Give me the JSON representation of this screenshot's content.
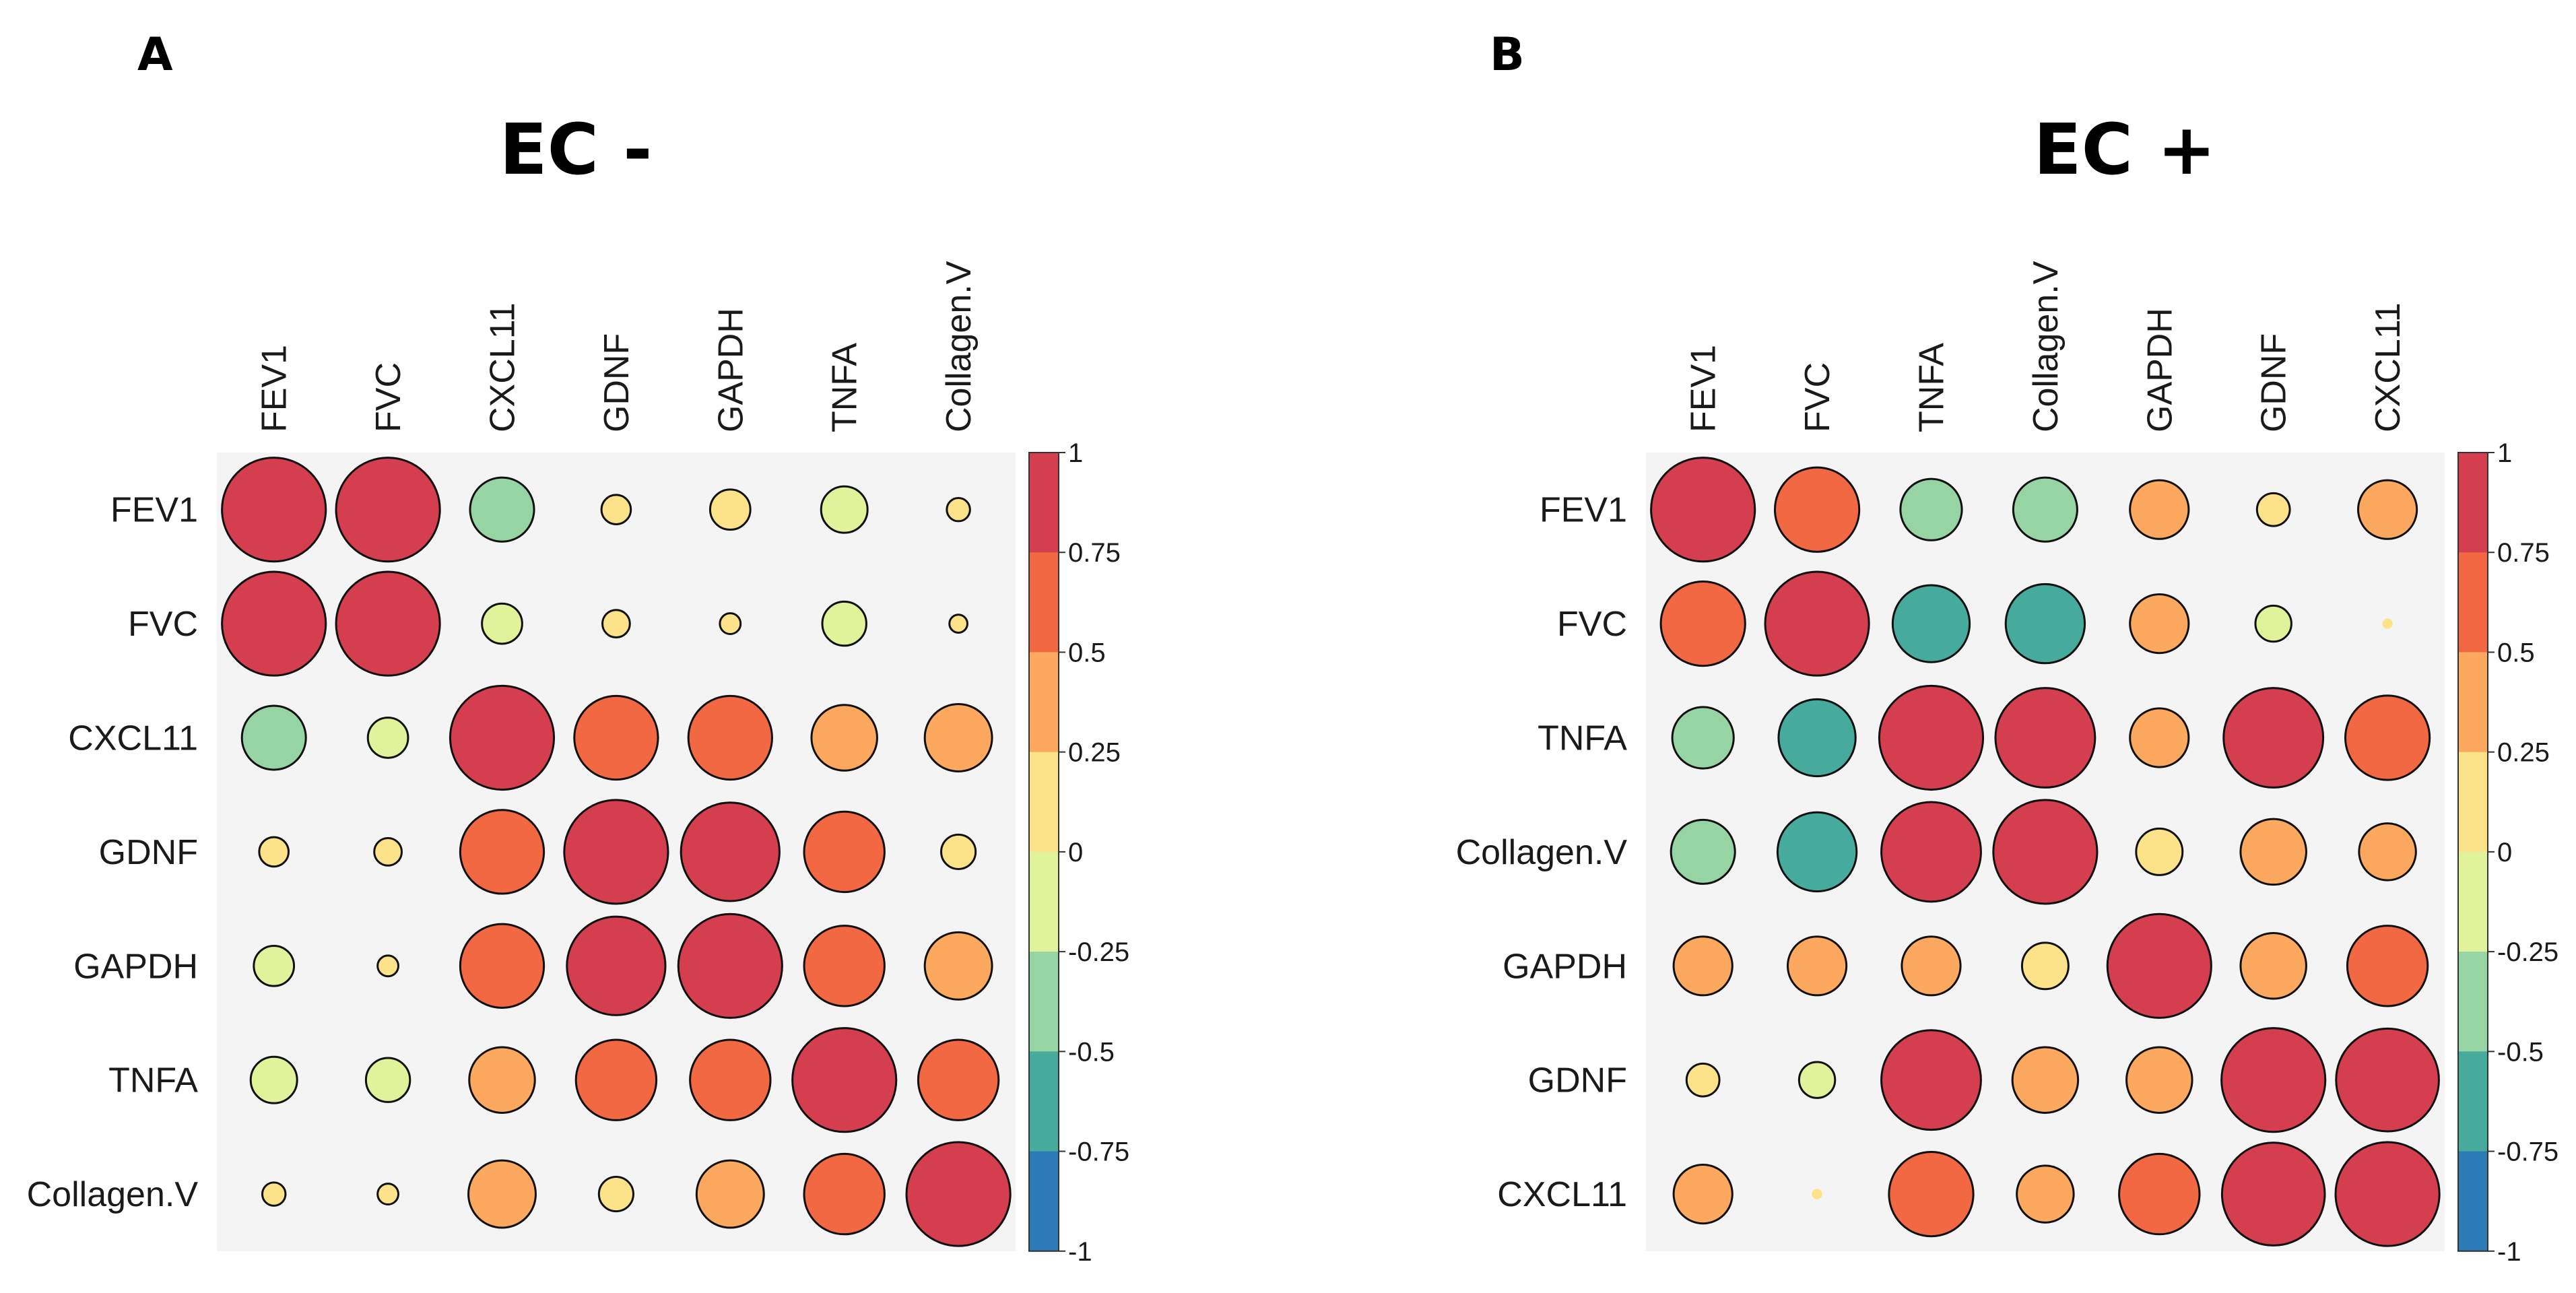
{
  "chart_data": [
    {
      "type": "heatmap",
      "subtype": "correlation-circle-matrix",
      "panel_label": "A",
      "title": "EC -",
      "rows": [
        "FEV1",
        "FVC",
        "CXCL11",
        "GDNF",
        "GAPDH",
        "TNFA",
        "Collagen.V"
      ],
      "columns": [
        "FEV1",
        "FVC",
        "CXCL11",
        "GDNF",
        "GAPDH",
        "TNFA",
        "Collagen.V"
      ],
      "matrix": [
        [
          1.0,
          1.0,
          -0.38,
          0.08,
          0.15,
          -0.2,
          0.05
        ],
        [
          1.0,
          1.0,
          -0.15,
          0.07,
          0.04,
          -0.18,
          0.03
        ],
        [
          -0.38,
          -0.15,
          1.0,
          0.65,
          0.65,
          0.4,
          0.42
        ],
        [
          0.08,
          0.07,
          0.65,
          1.0,
          0.9,
          0.6,
          0.11
        ],
        [
          -0.15,
          0.04,
          0.65,
          0.9,
          1.0,
          0.6,
          0.42
        ],
        [
          -0.2,
          -0.18,
          0.4,
          0.6,
          0.6,
          1.0,
          0.6
        ],
        [
          0.05,
          0.04,
          0.42,
          0.11,
          0.42,
          0.6,
          1.0
        ]
      ],
      "color_scale": {
        "ticks": [
          "1",
          "0.75",
          "0.5",
          "0.25",
          "0",
          "-0.25",
          "-0.5",
          "-0.75",
          "-1"
        ],
        "range": [
          -1,
          1
        ],
        "colors": [
          "#2c7bb6",
          "#46aa9c",
          "#97d4a4",
          "#e1f39a",
          "#fce38a",
          "#fca95f",
          "#f26842",
          "#d53e4f"
        ]
      }
    },
    {
      "type": "heatmap",
      "subtype": "correlation-circle-matrix",
      "panel_label": "B",
      "title": "EC +",
      "rows": [
        "FEV1",
        "FVC",
        "TNFA",
        "Collagen.V",
        "GAPDH",
        "GDNF",
        "CXCL11"
      ],
      "columns": [
        "FEV1",
        "FVC",
        "TNFA",
        "Collagen.V",
        "GAPDH",
        "GDNF",
        "CXCL11"
      ],
      "matrix": [
        [
          1.0,
          0.66,
          -0.35,
          -0.38,
          0.32,
          0.1,
          0.32
        ],
        [
          0.66,
          1.0,
          -0.55,
          -0.58,
          0.32,
          -0.12,
          0.01
        ],
        [
          -0.35,
          -0.55,
          1.0,
          0.92,
          0.32,
          0.92,
          0.66
        ],
        [
          -0.38,
          -0.58,
          0.92,
          1.0,
          0.2,
          0.4,
          0.3
        ],
        [
          0.32,
          0.32,
          0.32,
          0.2,
          1.0,
          0.4,
          0.6
        ],
        [
          0.1,
          -0.12,
          0.92,
          0.4,
          0.4,
          1.0,
          0.98
        ],
        [
          0.32,
          0.01,
          0.66,
          0.3,
          0.6,
          0.98,
          1.0
        ]
      ],
      "color_scale": {
        "ticks": [
          "1",
          "0.75",
          "0.5",
          "0.25",
          "0",
          "-0.25",
          "-0.5",
          "-0.75",
          "-1"
        ],
        "range": [
          -1,
          1
        ],
        "colors": [
          "#2c7bb6",
          "#46aa9c",
          "#97d4a4",
          "#e1f39a",
          "#fce38a",
          "#fca95f",
          "#f26842",
          "#d53e4f"
        ]
      }
    }
  ]
}
